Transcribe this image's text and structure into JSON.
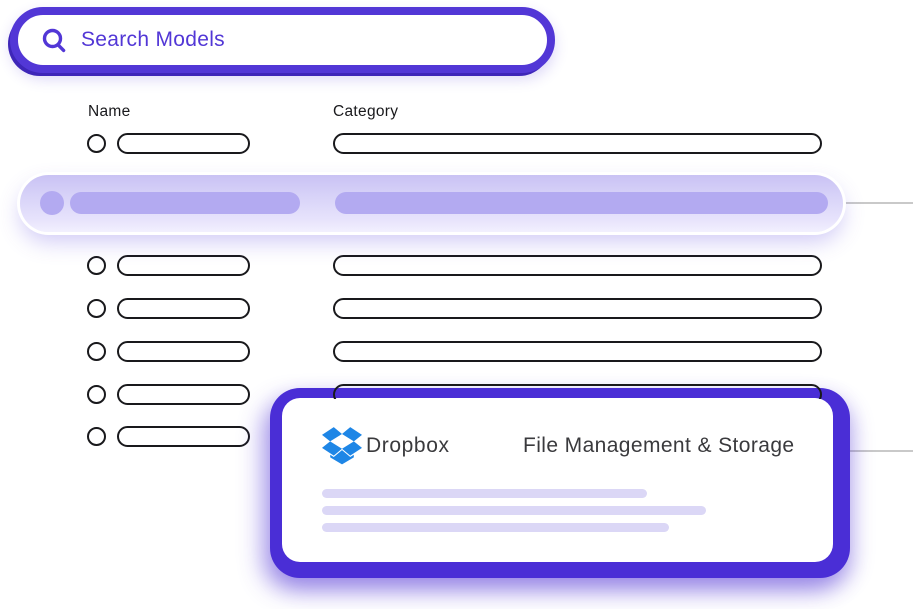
{
  "search_bar": {
    "value": "Search Models",
    "icon": "search-icon"
  },
  "table": {
    "name_header": "Name",
    "category_header": "Category",
    "placeholder_row_count": 6,
    "selected_row": "highlighted skeleton row"
  },
  "detail_card": {
    "app_name": "Dropbox",
    "app_category": "File Management & Storage",
    "logo": "dropbox-logo-icon",
    "placeholder_line_count": 3
  },
  "colors": {
    "accent_purple": "#5237d6",
    "card_border_purple": "#4a2ed6",
    "highlight_pill": "#b3aaf1",
    "skeleton_bar": "#dbd7f6",
    "stroke_dark": "#19191c",
    "dropbox_blue": "#1e86e6",
    "connector_line": "#c9c9c9",
    "card_text": "#3a3a3d"
  }
}
